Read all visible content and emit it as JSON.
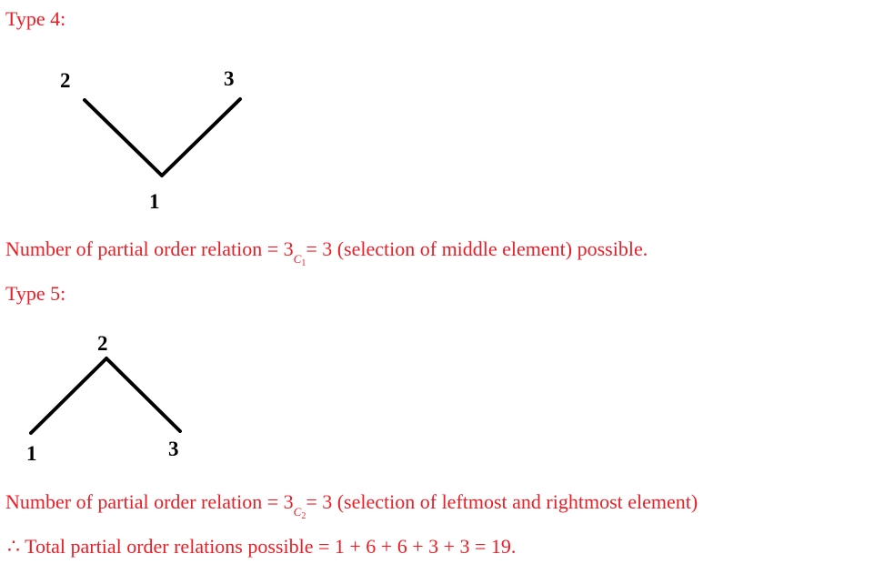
{
  "type4": {
    "heading": "Type 4:",
    "nodes": {
      "top_left": "2",
      "top_right": "3",
      "bottom": "1"
    },
    "text_prefix": "Number of partial order relation = 3",
    "sub_letter": "C",
    "sub_index": "1",
    "text_suffix": "= 3 (selection of middle element) possible."
  },
  "type5": {
    "heading": "Type 5:",
    "nodes": {
      "top": "2",
      "bottom_left": "1",
      "bottom_right": "3"
    },
    "text_prefix": "Number of partial order relation = 3",
    "sub_letter": "C",
    "sub_index": "2",
    "text_suffix": "= 3 (selection of leftmost and rightmost element)"
  },
  "conclusion": {
    "therefore_symbol": "∴",
    "text": "Total partial order relations possible = 1 + 6 + 6 + 3 + 3 = 19."
  },
  "colors": {
    "text_red": "#ee1c25",
    "line_black": "#000000"
  }
}
